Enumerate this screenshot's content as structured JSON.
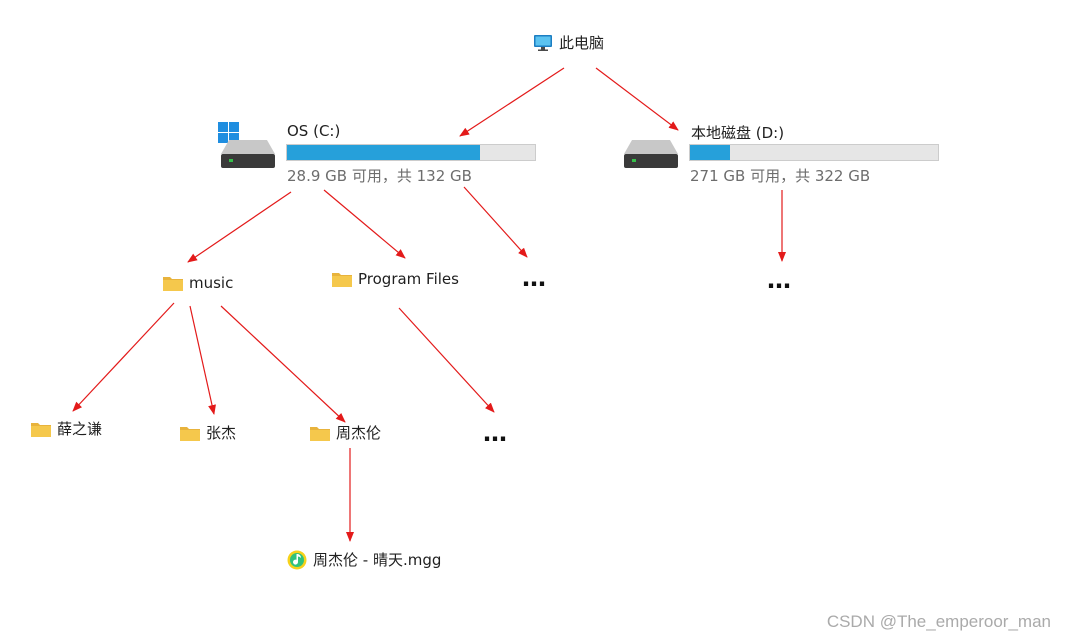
{
  "root": {
    "label": "此电脑",
    "icon": "monitor-icon"
  },
  "drives": [
    {
      "name": "OS (C:)",
      "usage": "28.9 GB 可用，共 132 GB",
      "used_fraction": 0.78,
      "icon": "hard-drive-icon",
      "badge": "windows-logo-icon"
    },
    {
      "name": "本地磁盘 (D:)",
      "usage": "271 GB 可用，共 322 GB",
      "used_fraction": 0.16,
      "icon": "hard-drive-icon"
    }
  ],
  "folders": {
    "music": "music",
    "program_files": "Program Files",
    "xue": "薛之谦",
    "zhang": "张杰",
    "zhou": "周杰伦"
  },
  "file": {
    "name": "周杰伦 - 晴天.mgg",
    "icon": "qq-music-icon"
  },
  "ellipsis": "…",
  "watermark": "CSDN @The_emperoor_man",
  "colors": {
    "arrow": "#e31a1a",
    "bar_fill": "#26a0da",
    "bar_track": "#e6e6e6",
    "folder": "#f5c84c"
  }
}
